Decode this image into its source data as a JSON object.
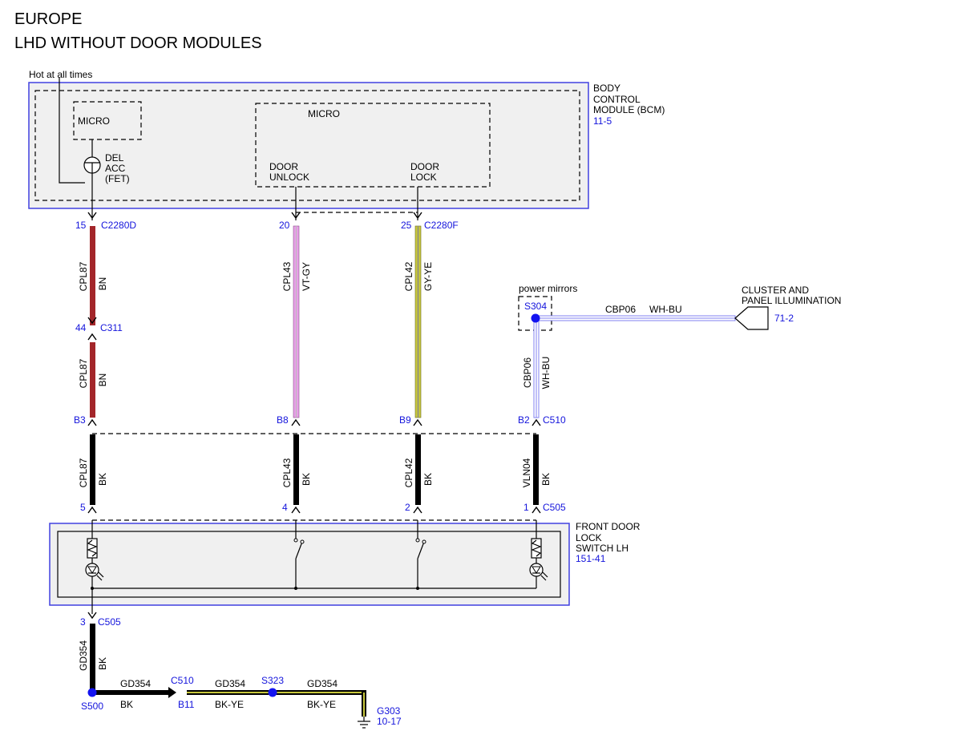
{
  "title": {
    "line1": "EUROPE",
    "line2": "LHD WITHOUT DOOR MODULES"
  },
  "hot_label": "Hot at all times",
  "bcm": {
    "line1": "BODY",
    "line2": "CONTROL",
    "line3": "MODULE (BCM)",
    "ref": "11-5",
    "micro_left": "MICRO",
    "micro_right": "MICRO",
    "fet": [
      "DEL",
      "ACC",
      "(FET)"
    ],
    "door_unlock": [
      "DOOR",
      "UNLOCK"
    ],
    "door_lock": [
      "DOOR",
      "LOCK"
    ]
  },
  "bcm_pins": [
    {
      "pin": "15",
      "connector": "C2280D"
    },
    {
      "pin": "20",
      "connector": ""
    },
    {
      "pin": "25",
      "connector": "C2280F"
    }
  ],
  "inline_c311": {
    "pin": "44",
    "connector": "C311"
  },
  "wires_upper": [
    {
      "circuit": "CPL87",
      "color": "BN"
    },
    {
      "circuit": "CPL87",
      "color": "BN"
    },
    {
      "circuit": "CPL43",
      "color": "VT-GY"
    },
    {
      "circuit": "CPL42",
      "color": "GY-YE"
    },
    {
      "circuit": "CBP06",
      "color": "WH-BU"
    }
  ],
  "c510_pins": [
    "B3",
    "B8",
    "B9",
    "B2"
  ],
  "c510_label": "C510",
  "wires_lower": [
    {
      "circuit": "CPL87",
      "color": "BK"
    },
    {
      "circuit": "CPL43",
      "color": "BK"
    },
    {
      "circuit": "CPL42",
      "color": "BK"
    },
    {
      "circuit": "VLN04",
      "color": "BK"
    }
  ],
  "c505_pins": [
    "5",
    "4",
    "2",
    "1"
  ],
  "c505_label": "C505",
  "power_mirrors": {
    "label": "power mirrors",
    "splice": "S304"
  },
  "cluster": {
    "line1": "CLUSTER AND",
    "line2": "PANEL ILLUMINATION",
    "ref": "71-2",
    "circuit": "CBP06",
    "color": "WH-BU"
  },
  "switch": {
    "line1": "FRONT DOOR",
    "line2": "LOCK",
    "line3": "SWITCH LH",
    "ref": "151-41"
  },
  "ground": {
    "c505_pin": "3",
    "c505_label": "C505",
    "vertical": {
      "circuit": "GD354",
      "color": "BK"
    },
    "s500": "S500",
    "seg1": {
      "circuit": "GD354",
      "color": "BK"
    },
    "c510_label": "C510",
    "c510_pin": "B11",
    "seg2": {
      "circuit": "GD354",
      "color": "BK-YE"
    },
    "s323": "S323",
    "seg3": {
      "circuit": "GD354",
      "color": "BK-YE"
    },
    "g303": "G303",
    "g303_ref": "10-17"
  },
  "colors": {
    "brown": "#a3262a",
    "violet": "#e7a0e7",
    "gray_yellow": "#c8c83c",
    "white_blue": "#8080f0",
    "black": "#000000",
    "label_blue": "#1414dc",
    "splice_blue": "#1414f0",
    "module_fill": "#f0f0f0",
    "module_border": "#4040e0"
  }
}
